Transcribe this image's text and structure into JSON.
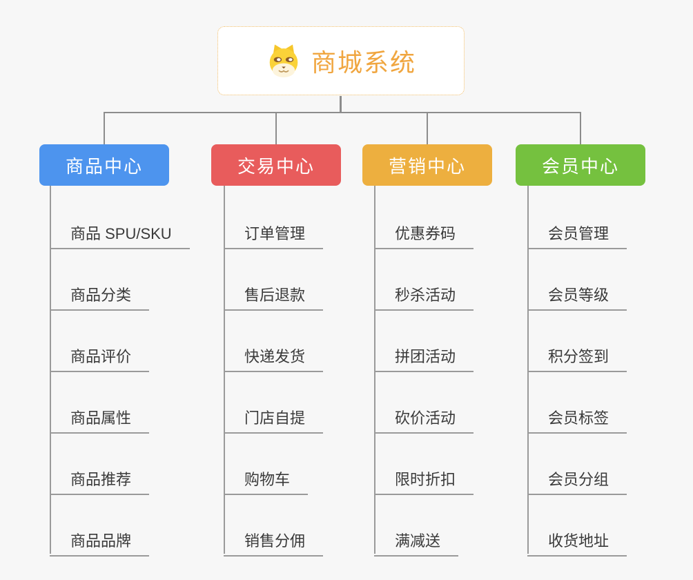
{
  "root": {
    "title": "商城系统",
    "icon": "dog-icon",
    "border_color": "#F2BD66",
    "text_color": "#F0A640"
  },
  "branches": [
    {
      "label": "商品中心",
      "color": "#4D94EE",
      "items": [
        "商品 SPU/SKU",
        "商品分类",
        "商品评价",
        "商品属性",
        "商品推荐",
        "商品品牌"
      ]
    },
    {
      "label": "交易中心",
      "color": "#E85C5C",
      "items": [
        "订单管理",
        "售后退款",
        "快递发货",
        "门店自提",
        "购物车",
        "销售分佣"
      ]
    },
    {
      "label": "营销中心",
      "color": "#EDAF3F",
      "items": [
        "优惠券码",
        "秒杀活动",
        "拼团活动",
        "砍价活动",
        "限时折扣",
        "满减送"
      ]
    },
    {
      "label": "会员中心",
      "color": "#75C13F",
      "items": [
        "会员管理",
        "会员等级",
        "积分签到",
        "会员标签",
        "会员分组",
        "收货地址"
      ]
    }
  ],
  "connector_color": "#8C8C8C",
  "background_color": "#F7F7F7"
}
